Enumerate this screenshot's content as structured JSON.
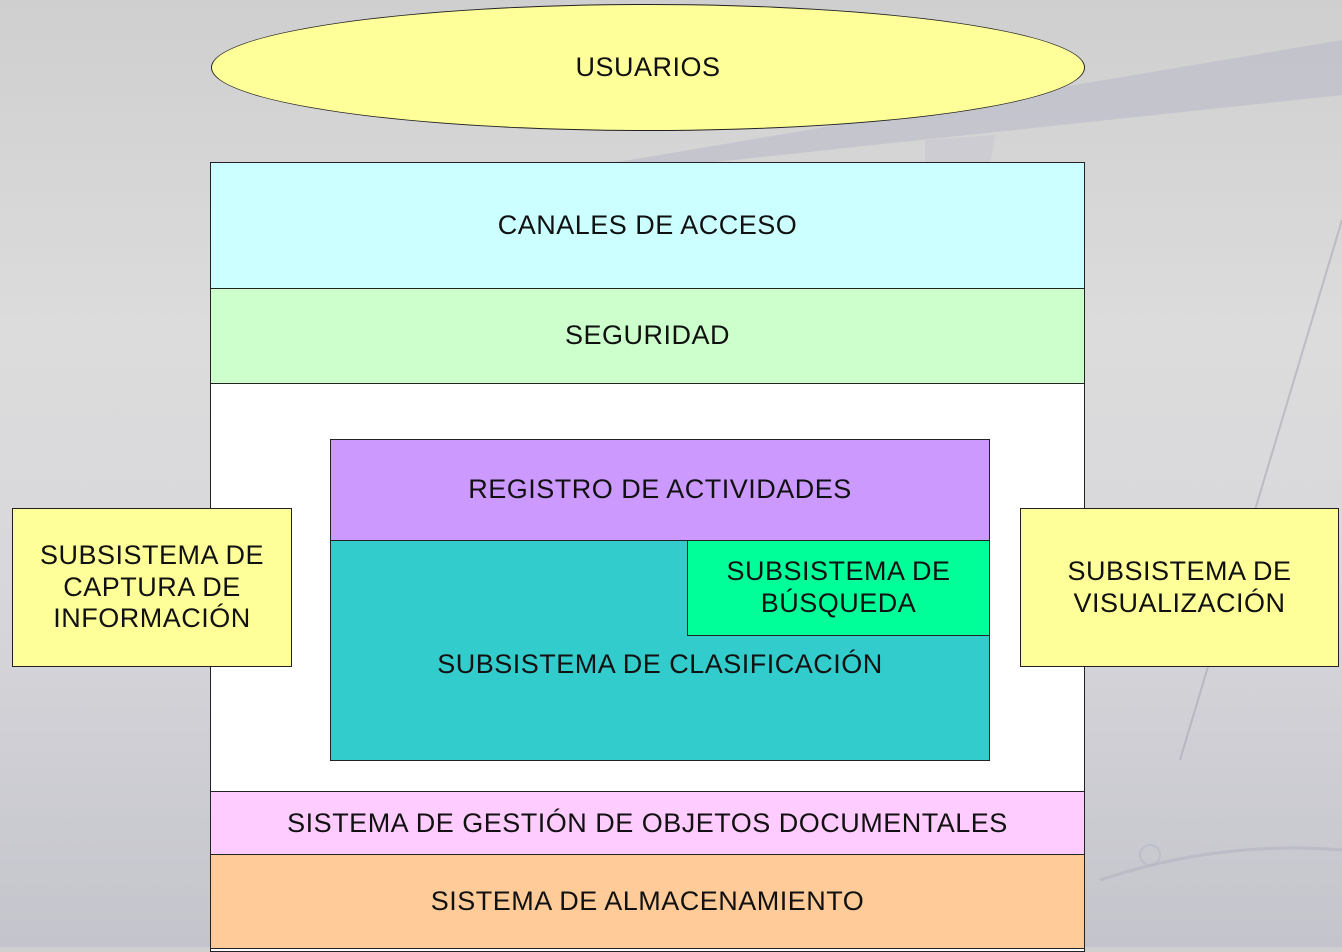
{
  "diagram": {
    "usuarios": "USUARIOS",
    "canales": "CANALES DE ACCESO",
    "seguridad": "SEGURIDAD",
    "registro": "REGISTRO DE ACTIVIDADES",
    "busqueda": "SUBSISTEMA DE BÚSQUEDA",
    "clasificacion": "SUBSISTEMA DE CLASIFICACIÓN",
    "captura": "SUBSISTEMA DE CAPTURA DE INFORMACIÓN",
    "visualizacion": "SUBSISTEMA DE VISUALIZACIÓN",
    "gestion": "SISTEMA DE GESTIÓN DE OBJETOS DOCUMENTALES",
    "almacenamiento": "SISTEMA DE ALMACENAMIENTO"
  },
  "colors": {
    "usuarios": "#ffff99",
    "canales": "#ccffff",
    "seguridad": "#ccffcc",
    "registro": "#cc99ff",
    "clasificacion": "#33cccc",
    "busqueda": "#00ff99",
    "side_boxes": "#ffff99",
    "gestion": "#ffccff",
    "almacenamiento": "#ffcc99"
  }
}
